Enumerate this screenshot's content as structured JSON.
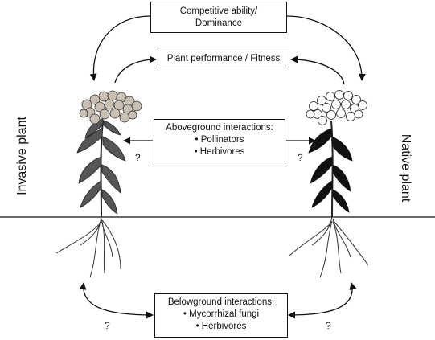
{
  "boxes": {
    "competitive": {
      "line1": "Competitive ability/",
      "line2": "Dominance"
    },
    "performance": "Plant performance / Fitness",
    "aboveground": {
      "title": "Aboveground interactions:",
      "item1": "• Pollinators",
      "item2": "• Herbivores"
    },
    "belowground": {
      "title": "Belowground interactions:",
      "item1": "• Mycorrhizal fungi",
      "item2": "• Herbivores"
    }
  },
  "labels": {
    "invasive": "Invasive plant",
    "native": "Native plant"
  },
  "unknown_mark": "?",
  "colors": {
    "invasive_flowers": "#c9bfb3",
    "native_flowers": "#ffffff",
    "ink": "#111111"
  }
}
